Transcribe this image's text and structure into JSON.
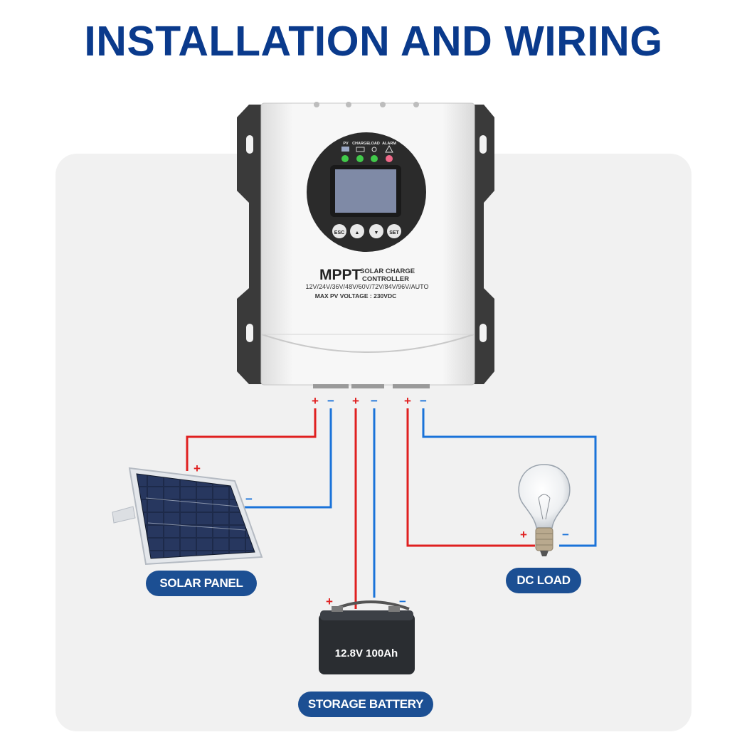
{
  "title": "INSTALLATION AND WIRING",
  "colors": {
    "title": "#0a3a8c",
    "panel_bg": "#f1f1f1",
    "pill": "#1c4f93",
    "wire_pos": "#e02020",
    "wire_neg": "#1a73d9",
    "device_body": "#f4f4f4",
    "device_bracket": "#3a3a3a",
    "display_ring": "#2b2b2b",
    "screen": "#7f8aa6"
  },
  "controller": {
    "indicators": [
      "PV",
      "CHARGE",
      "LOAD",
      "ALARM"
    ],
    "buttons": [
      "ESC",
      "▲",
      "▼",
      "SET"
    ],
    "brand": "MPPT",
    "subtitle_line1": "SOLAR CHARGE",
    "subtitle_line2": "CONTROLLER",
    "voltages": "12V/24V/36V/48V/60V/72V/84V/96V/AUTO",
    "max_pv": "MAX  PV  VOLTAGE : 230VDC"
  },
  "terminals": {
    "pv_pos": "+",
    "pv_neg": "−",
    "bat_pos": "+",
    "bat_neg": "−",
    "load_pos": "+",
    "load_neg": "−"
  },
  "component_marks": {
    "solar_pos": "+",
    "solar_neg": "−",
    "battery_pos": "+",
    "battery_neg": "−",
    "load_pos": "+",
    "load_neg": "−"
  },
  "battery_label": "12.8V  100Ah",
  "labels": {
    "solar_panel": "SOLAR PANEL",
    "dc_load": "DC LOAD",
    "storage_battery": "STORAGE BATTERY"
  }
}
